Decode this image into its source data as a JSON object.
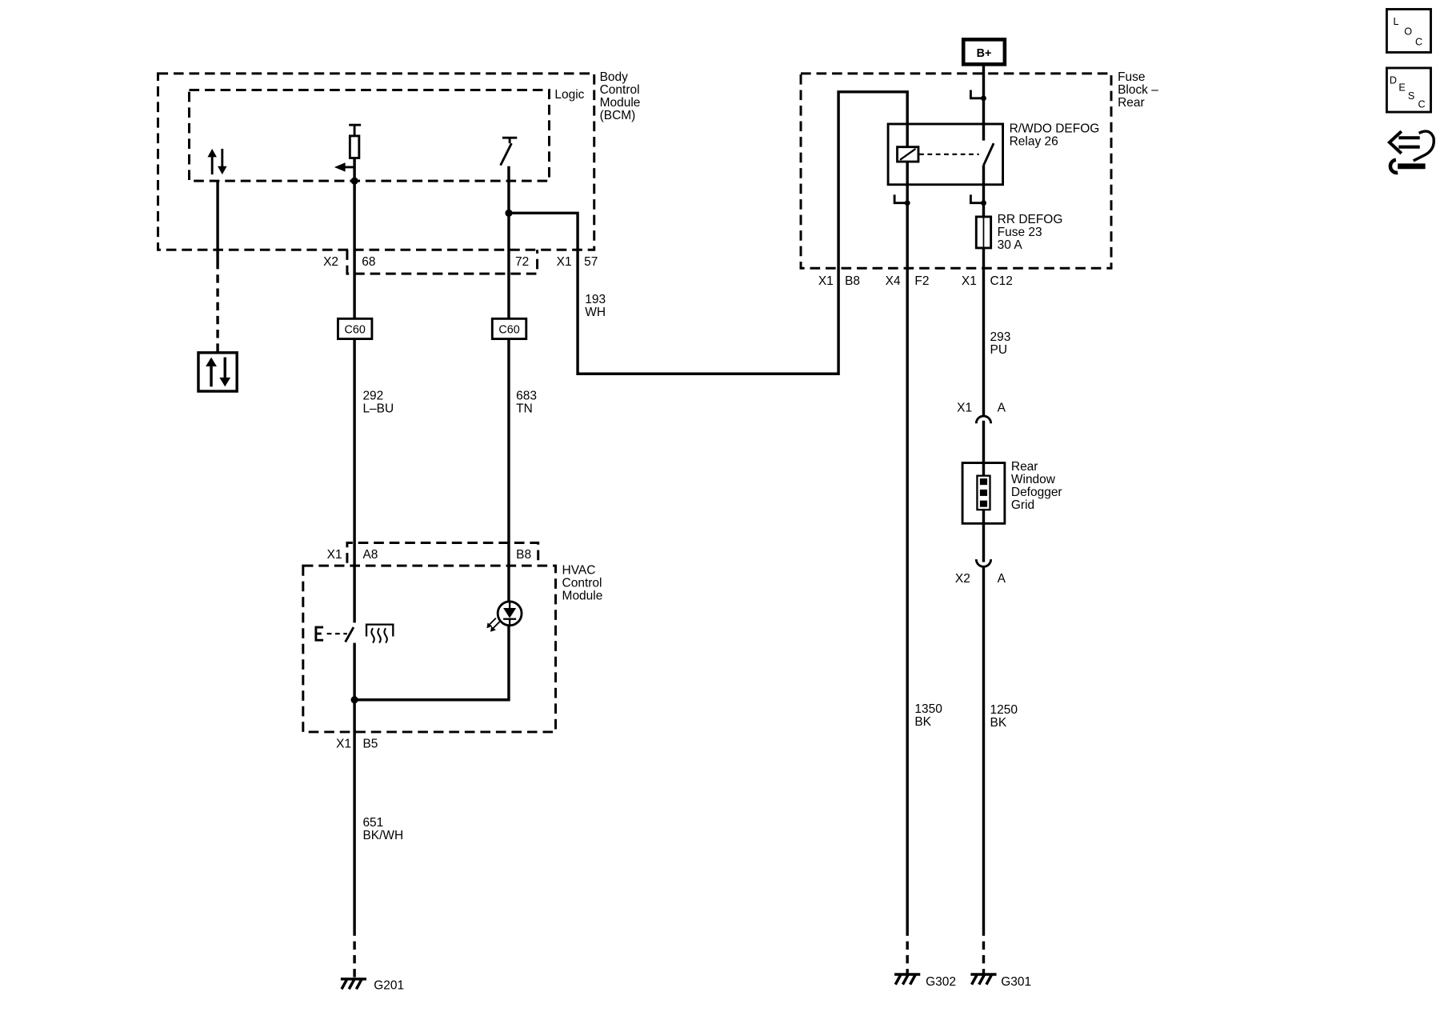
{
  "colors": {
    "ink": "#000000",
    "background": "#ffffff"
  },
  "bcm": {
    "label_lines": [
      "Body",
      "Control",
      "Module",
      "(BCM)"
    ],
    "logic_label": "Logic",
    "connector_x2": {
      "connector": "X2",
      "pins": [
        "68",
        "72"
      ]
    },
    "connector_x1": {
      "connector": "X1",
      "pin": "57"
    }
  },
  "circuits": {
    "c193": {
      "number": "193",
      "color": "WH"
    },
    "c292": {
      "number": "292",
      "color": "L–BU"
    },
    "c683": {
      "number": "683",
      "color": "TN"
    },
    "c651": {
      "number": "651",
      "color": "BK/WH"
    },
    "c293": {
      "number": "293",
      "color": "PU"
    },
    "c1350": {
      "number": "1350",
      "color": "BK"
    },
    "c1250": {
      "number": "1250",
      "color": "BK"
    }
  },
  "inline_connectors": [
    "C60",
    "C60"
  ],
  "hvac": {
    "label_lines": [
      "HVAC",
      "Control",
      "Module"
    ],
    "connector_top": {
      "connector": "X1",
      "pins": [
        "A8",
        "B8"
      ]
    },
    "connector_bottom": {
      "connector": "X1",
      "pin": "B5"
    }
  },
  "fuse_block": {
    "label_lines": [
      "Fuse",
      "Block –",
      "Rear"
    ],
    "power_source": "B+",
    "relay_lines": [
      "R/WDO DEFOG",
      "Relay 26"
    ],
    "fuse_lines": [
      "RR DEFOG",
      "Fuse 23",
      "30 A"
    ],
    "pins": [
      {
        "connector": "X1",
        "pin": "B8"
      },
      {
        "connector": "X4",
        "pin": "F2"
      },
      {
        "connector": "X1",
        "pin": "C12"
      }
    ]
  },
  "defogger_grid": {
    "label_lines": [
      "Rear",
      "Window",
      "Defogger",
      "Grid"
    ],
    "connector_top": {
      "connector": "X1",
      "pin": "A"
    },
    "connector_bottom": {
      "connector": "X2",
      "pin": "A"
    }
  },
  "grounds": [
    "G201",
    "G302",
    "G301"
  ],
  "nav_icons": [
    {
      "icon": "location-icon",
      "letters": [
        "L",
        "O",
        "C"
      ]
    },
    {
      "icon": "description-icon",
      "letters": [
        "D",
        "E",
        "S",
        "C"
      ]
    },
    {
      "icon": "hand-wrench-icon"
    }
  ]
}
